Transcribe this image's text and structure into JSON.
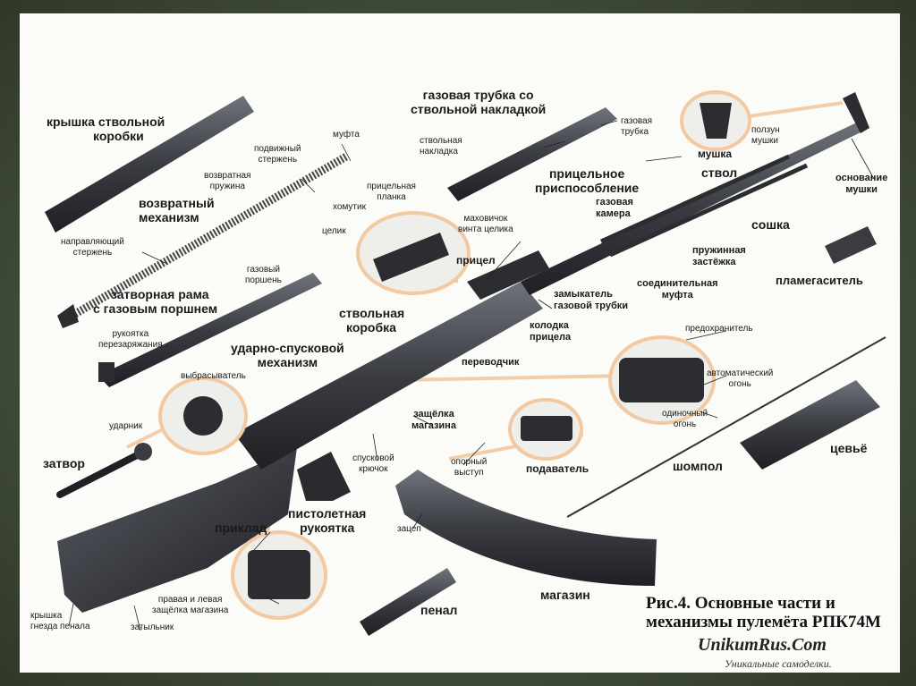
{
  "figure": {
    "caption_line1": "Рис.4. Основные части и",
    "caption_line2": "механизмы пулемёта РПК74М",
    "brand": "UnikumRus.Com",
    "tagline": "Уникальные самоделки."
  },
  "labels": {
    "receiver_cover_1": "крышка ствольной",
    "receiver_cover_2": "коробки",
    "gas_tube_1": "газовая трубка со",
    "gas_tube_2": "ствольной накладкой",
    "gas_tube_small": "газовая",
    "gas_tube_small2": "трубка",
    "handguard_small": "ствольная",
    "handguard_small2": "накладка",
    "front_sight_slide": "ползун",
    "front_sight_slide2": "мушки",
    "front_sight": "мушка",
    "barrel": "ствол",
    "front_sight_base": "основание",
    "front_sight_base2": "мушки",
    "muzzle": "муфта",
    "moving_rod": "подвижный",
    "moving_rod2": "стержень",
    "return_spring": "возвратная",
    "return_spring2": "пружина",
    "return_mech": "возвратный",
    "return_mech2": "механизм",
    "guide_rod": "направляющий",
    "guide_rod2": "стержень",
    "sight_rail": "прицельная",
    "sight_rail2": "планка",
    "clamp": "хомутик",
    "flywheel": "маховичок",
    "flywheel2": "винта целика",
    "rear_sight_notch": "целик",
    "sight_device": "прицельное",
    "sight_device2": "приспособление",
    "gas_chamber": "газовая",
    "gas_chamber2": "камера",
    "bipod": "сошка",
    "spring_clip": "пружинная",
    "spring_clip2": "застёжка",
    "flash_hider": "пламегаситель",
    "rear_sight": "прицел",
    "gas_piston": "газовый",
    "gas_piston2": "поршень",
    "bolt_carrier": "затворная рама",
    "bolt_carrier2": "с газовым поршнем",
    "gas_tube_lock": "замыкатель",
    "gas_tube_lock2": "газовой трубки",
    "coupling": "соединительная",
    "coupling2": "муфта",
    "receiver": "ствольная",
    "receiver2": "коробка",
    "sight_block": "колодка",
    "sight_block2": "прицела",
    "charging_handle": "рукоятка",
    "charging_handle2": "перезаряжания",
    "trigger_mech": "ударно-спусковой",
    "trigger_mech2": "механизм",
    "safety": "предохранитель",
    "extractor": "выбрасыватель",
    "fire_selector": "переводчик",
    "auto_fire": "автоматический",
    "auto_fire2": "огонь",
    "firing_pin": "ударник",
    "single_fire": "одиночный",
    "single_fire2": "огонь",
    "mag_catch": "защёлка",
    "mag_catch2": "магазина",
    "bolt": "затвор",
    "trigger": "спусковой",
    "trigger2": "крючок",
    "follower": "подаватель",
    "support_ledge": "опорный",
    "support_ledge2": "выступ",
    "cleaning_rod": "шомпол",
    "forend": "цевьё",
    "pistol_grip": "пистолетная",
    "pistol_grip2": "рукоятка",
    "stock": "приклад",
    "hook": "зацеп",
    "mag_latches": "правая и левая",
    "mag_latches2": "защёлка магазина",
    "kit_cover": "крышка",
    "kit_cover2": "гнезда пенала",
    "butt_plate": "затыльник",
    "kit_case": "пенал",
    "magazine": "магазин"
  },
  "colors": {
    "metal_dark": "#2b2d31",
    "metal_mid": "#4a4d55",
    "metal_light": "#7b7f88",
    "leader": "#f2c9a0",
    "paper": "#fbfbf8",
    "frame": "#4a5440"
  }
}
